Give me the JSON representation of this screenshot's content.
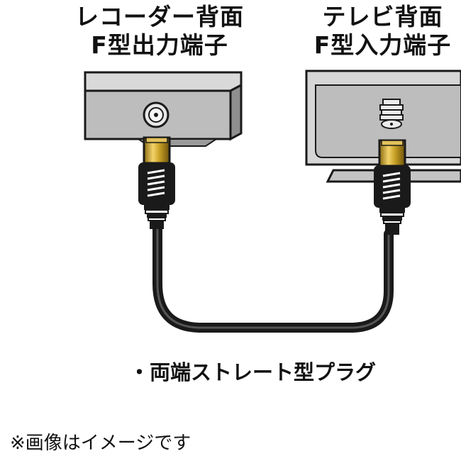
{
  "recorder": {
    "label_line1": "レコーダー背面",
    "label_line2": "F型出力端子"
  },
  "tv": {
    "label_line1": "テレビ背面",
    "label_line2": "F型入力端子"
  },
  "caption": "・両端ストレート型プラグ",
  "note": "※画像はイメージです",
  "colors": {
    "device_fill": "#bdbdbd",
    "outline": "#1a1a1a",
    "gold": "#c9a227",
    "cable": "#1a1a1a"
  }
}
